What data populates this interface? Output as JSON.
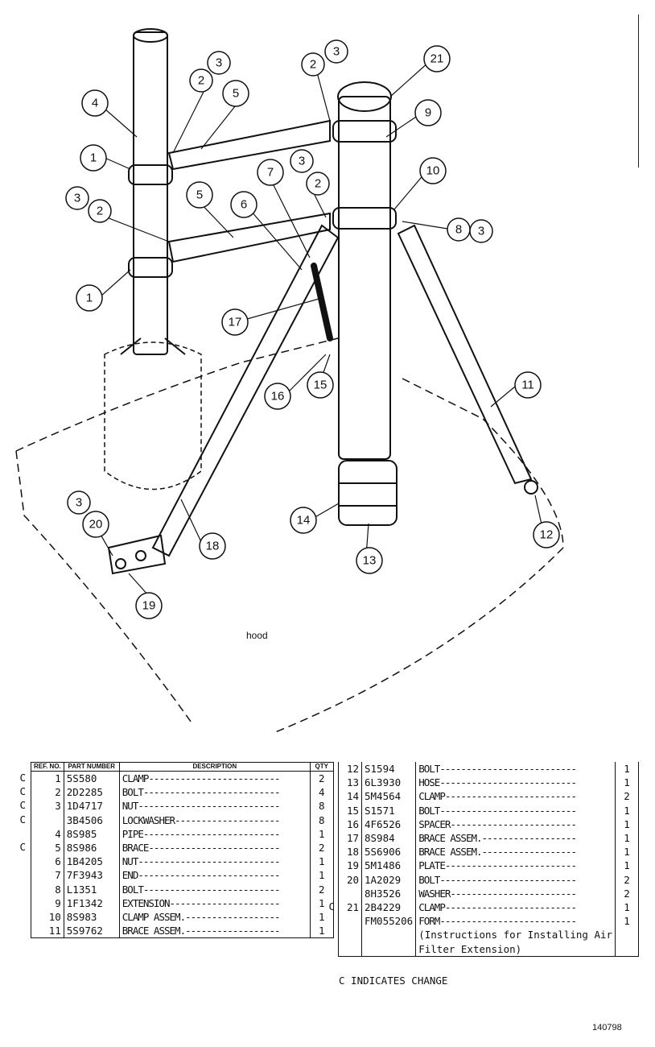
{
  "drawing": {
    "hood_label": "hood",
    "callouts": [
      "1",
      "1",
      "2",
      "2",
      "2",
      "2",
      "3",
      "3",
      "3",
      "3",
      "3",
      "3",
      "4",
      "5",
      "5",
      "6",
      "7",
      "8",
      "9",
      "10",
      "11",
      "12",
      "13",
      "14",
      "15",
      "16",
      "17",
      "18",
      "19",
      "20",
      "21"
    ]
  },
  "table_left": {
    "headers": {
      "ref": "REF. NO.",
      "part": "PART NUMBER",
      "desc": "DESCRIPTION",
      "qty": "QTY"
    },
    "rows": [
      {
        "change": "C",
        "ref": "1",
        "part": "5S580",
        "desc": "CLAMP",
        "qty": "2"
      },
      {
        "change": "C",
        "ref": "2",
        "part": "2D2285",
        "desc": "BOLT",
        "qty": "4"
      },
      {
        "change": "C",
        "ref": "3",
        "part": "1D4717",
        "desc": "NUT",
        "qty": "8"
      },
      {
        "change": "C",
        "ref": "",
        "part": "3B4506",
        "desc": "LOCKWASHER",
        "qty": "8"
      },
      {
        "change": "",
        "ref": "4",
        "part": "8S985",
        "desc": "PIPE",
        "qty": "1"
      },
      {
        "change": "C",
        "ref": "5",
        "part": "8S986",
        "desc": "BRACE",
        "qty": "2"
      },
      {
        "change": "",
        "ref": "6",
        "part": "1B4205",
        "desc": "NUT",
        "qty": "1"
      },
      {
        "change": "",
        "ref": "7",
        "part": "7F3943",
        "desc": "END",
        "qty": "1"
      },
      {
        "change": "",
        "ref": "8",
        "part": "L1351",
        "desc": "BOLT",
        "qty": "2"
      },
      {
        "change": "",
        "ref": "9",
        "part": "1F1342",
        "desc": "EXTENSION",
        "qty": "1"
      },
      {
        "change": "",
        "ref": "10",
        "part": "8S983",
        "desc": "CLAMP ASSEM.",
        "qty": "1"
      },
      {
        "change": "",
        "ref": "11",
        "part": "5S9762",
        "desc": "BRACE ASSEM.",
        "qty": "1"
      }
    ]
  },
  "table_right": {
    "rows": [
      {
        "change": "",
        "ref": "12",
        "part": "S1594",
        "desc": "BOLT",
        "qty": "1"
      },
      {
        "change": "",
        "ref": "13",
        "part": "6L3930",
        "desc": "HOSE",
        "qty": "1"
      },
      {
        "change": "",
        "ref": "14",
        "part": "5M4564",
        "desc": "CLAMP",
        "qty": "2"
      },
      {
        "change": "",
        "ref": "15",
        "part": "S1571",
        "desc": "BOLT",
        "qty": "1"
      },
      {
        "change": "",
        "ref": "16",
        "part": "4F6526",
        "desc": "SPACER",
        "qty": "1"
      },
      {
        "change": "",
        "ref": "17",
        "part": "8S984",
        "desc": "BRACE ASSEM.",
        "qty": "1"
      },
      {
        "change": "",
        "ref": "18",
        "part": "5S6906",
        "desc": "BRACE ASSEM.",
        "qty": "1"
      },
      {
        "change": "",
        "ref": "19",
        "part": "5M1486",
        "desc": "PLATE",
        "qty": "1"
      },
      {
        "change": "",
        "ref": "20",
        "part": "1A2029",
        "desc": "BOLT",
        "qty": "2"
      },
      {
        "change": "",
        "ref": "",
        "part": "8H3526",
        "desc": "WASHER",
        "qty": "2"
      },
      {
        "change": "C",
        "ref": "21",
        "part": "2B4229",
        "desc": "CLAMP",
        "qty": "1"
      },
      {
        "change": "",
        "ref": "",
        "part": "FM055206",
        "desc": "FORM",
        "qty": "1"
      },
      {
        "change": "",
        "ref": "",
        "part": "",
        "desc": "(Instructions for Installing Air",
        "qty": ""
      },
      {
        "change": "",
        "ref": "",
        "part": "",
        "desc": "Filter Extension)",
        "qty": ""
      }
    ]
  },
  "note": "C INDICATES CHANGE",
  "figure_number": "140798"
}
